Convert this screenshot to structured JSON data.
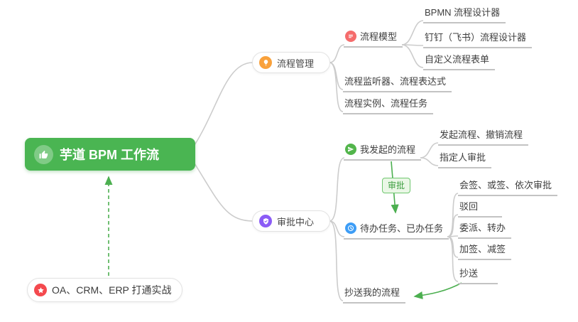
{
  "nodes": {
    "root": {
      "label": "芋道 BPM 工作流",
      "icon": "thumbs-up-icon"
    },
    "process_management": {
      "label": "流程管理",
      "icon": "lightbulb-icon"
    },
    "process_model": {
      "label": "流程模型",
      "icon": "process-model-icon"
    },
    "bpmn_designer": {
      "label": "BPMN 流程设计器"
    },
    "ding_designer": {
      "label": "钉钉（飞书）流程设计器"
    },
    "custom_form": {
      "label": "自定义流程表单"
    },
    "listener_expression": {
      "label": "流程监听器、流程表达式"
    },
    "instance_task": {
      "label": "流程实例、流程任务"
    },
    "approval_center": {
      "label": "审批中心",
      "icon": "approval-badge-icon"
    },
    "my_initiated": {
      "label": "我发起的流程",
      "icon": "send-icon"
    },
    "initiate_cancel": {
      "label": "发起流程、撤销流程"
    },
    "assign_approver": {
      "label": "指定人审批"
    },
    "todo_done": {
      "label": "待办任务、已办任务",
      "icon": "clock-icon"
    },
    "countersign": {
      "label": "会签、或签、依次审批"
    },
    "reject": {
      "label": "驳回"
    },
    "delegate_transfer": {
      "label": "委派、转办"
    },
    "add_reduce_sign": {
      "label": "加签、减签"
    },
    "cc": {
      "label": "抄送"
    },
    "cc_my_process": {
      "label": "抄送我的流程"
    }
  },
  "relation_tag": {
    "label": "审批"
  },
  "note": {
    "label": "OA、CRM、ERP 打通实战",
    "icon": "star-icon"
  },
  "colors": {
    "root_bg": "#4ab552",
    "connector_gray": "#cccccc",
    "relation_green": "#4caf50",
    "icon_orange": "#f9a13b",
    "icon_purple": "#8b5cf6",
    "icon_red": "#f56c6c",
    "icon_green": "#52b54b",
    "icon_blue": "#3d9df6",
    "note_icon_red": "#f4494e",
    "tag_bg": "#eaf7e6",
    "tag_border": "#6fc76f",
    "tag_text": "#3f9f42"
  }
}
